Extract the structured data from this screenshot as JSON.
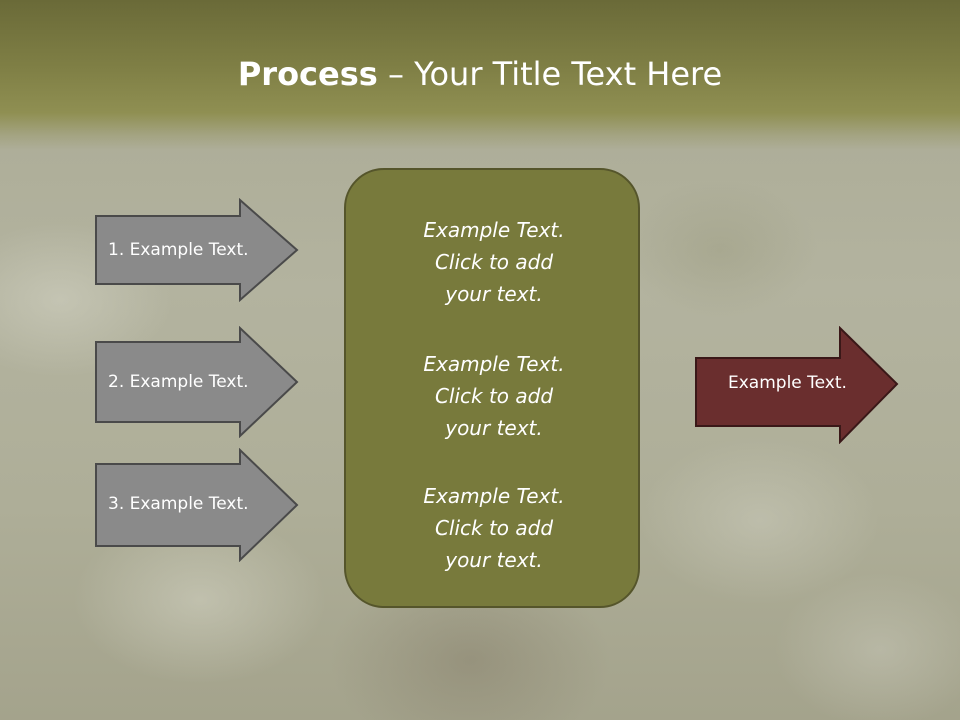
{
  "slide": {
    "title_bold": "Process",
    "title_rest": " – Your Title Text Here",
    "colors": {
      "header": "#7f7f45",
      "left_arrow_fill": "#8a8a8a",
      "center_box_fill": "#787a3c",
      "right_arrow_fill": "#6a2e2e",
      "text": "#ffffff"
    },
    "left_arrows": [
      {
        "label": "1. Example Text."
      },
      {
        "label": "2. Example Text."
      },
      {
        "label": "3. Example Text."
      }
    ],
    "center_box": {
      "paragraphs": [
        "Example Text.\nClick  to add\nyour text.",
        "Example Text.\nClick  to add\nyour text.",
        "Example Text.\nClick  to add\nyour text."
      ]
    },
    "right_arrow": {
      "label": "Example Text."
    }
  }
}
